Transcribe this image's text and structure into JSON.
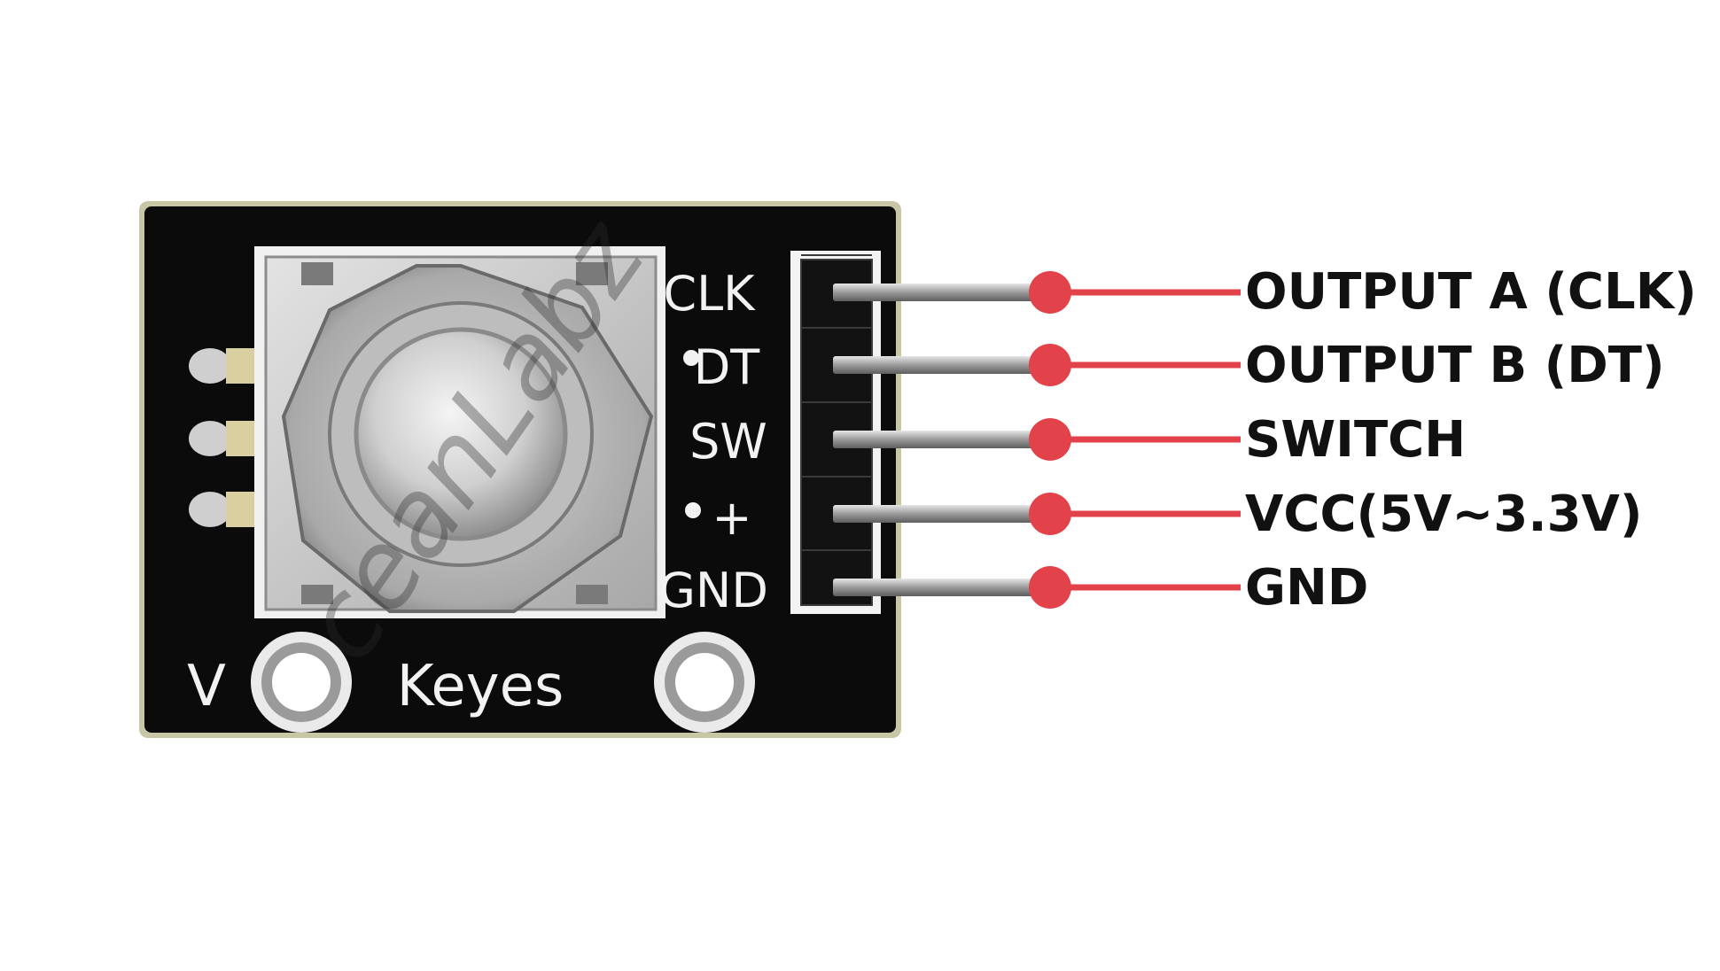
{
  "board": {
    "silkscreen_pins": [
      "CLK",
      "DT",
      "SW",
      "+",
      "GND"
    ],
    "brand_prefix": "V",
    "brand": "Keyes",
    "watermark": "OceanLabz"
  },
  "callouts": [
    {
      "label": "OUTPUT A (CLK)"
    },
    {
      "label": "OUTPUT B (DT)"
    },
    {
      "label": "SWITCH"
    },
    {
      "label": "VCC(5V~3.3V)"
    },
    {
      "label": "GND"
    }
  ],
  "colors": {
    "pcb": "#0b0b0b",
    "pcb_edge": "#c9c6a6",
    "silkscreen": "#f2f2f2",
    "leader": "#e2434b",
    "pin_metal": "#b9b9b9",
    "label_text": "#111111"
  }
}
